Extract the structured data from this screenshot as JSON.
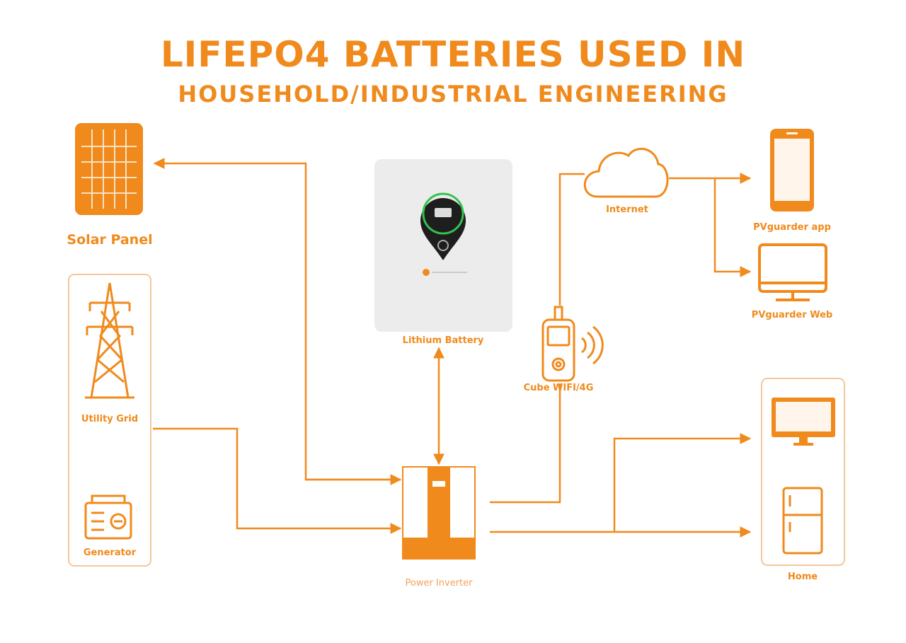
{
  "title_line1": "LIFEPO4 BATTERIES USED IN",
  "title_line2": "HOUSEHOLD/INDUSTRIAL ENGINEERING",
  "colors": {
    "accent": "#f08a1c",
    "light_accent": "#f5b070",
    "battery_bg": "#ececec",
    "battery_dark": "#1e1e1e",
    "battery_ring": "#33c24d"
  },
  "nodes": {
    "solar_panel": "Solar Panel",
    "utility_grid": "Utility Grid",
    "generator": "Generator",
    "lithium_battery": "Lithium Battery",
    "power_inverter": "Power Inverter",
    "cube_wifi": "Cube WIFI/4G",
    "internet": "Internet",
    "pvguarder_app": "PVguarder app",
    "pvguarder_web": "PVguarder Web",
    "home": "Home"
  }
}
